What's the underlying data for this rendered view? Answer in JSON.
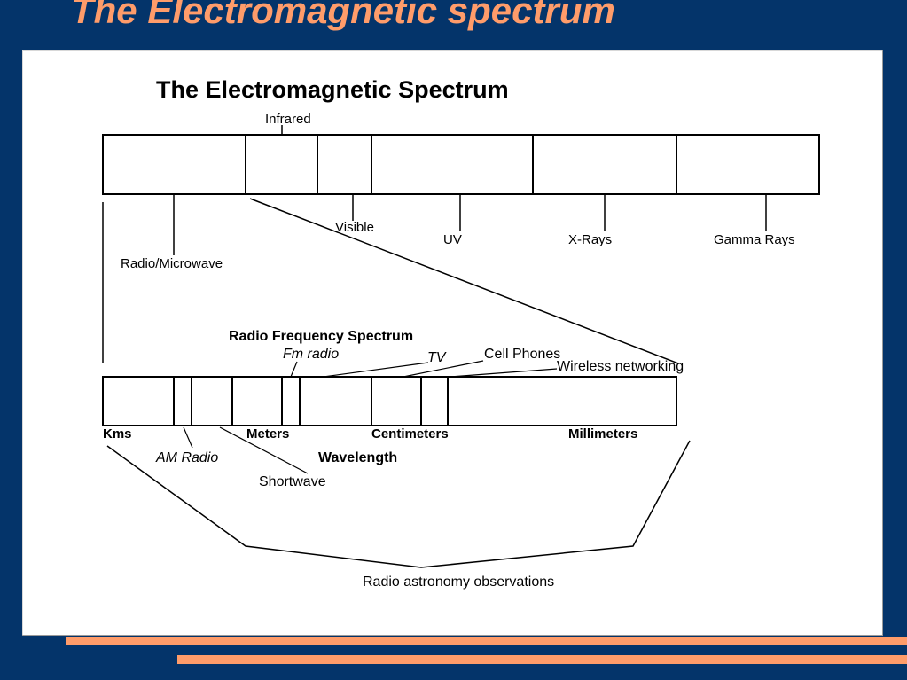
{
  "slide": {
    "title": "The Electromagnetic spectrum",
    "accent_color": "#ff9c6a",
    "background_color": "#04346a"
  },
  "diagram": {
    "title": "The Electromagnetic Spectrum",
    "em_bands": {
      "infrared": "Infrared",
      "radio_microwave": "Radio/Microwave",
      "visible": "Visible",
      "uv": "UV",
      "xrays": "X-Rays",
      "gamma": "Gamma Rays"
    },
    "radio": {
      "title": "Radio Frequency Spectrum",
      "fm": "Fm radio",
      "tv": "TV",
      "cell": "Cell Phones",
      "wireless": "Wireless networking",
      "kms": "Kms",
      "meters": "Meters",
      "centimeters": "Centimeters",
      "millimeters": "Millimeters",
      "am": "AM Radio",
      "wavelength": "Wavelength",
      "shortwave": "Shortwave",
      "astronomy": "Radio astronomy observations"
    }
  }
}
